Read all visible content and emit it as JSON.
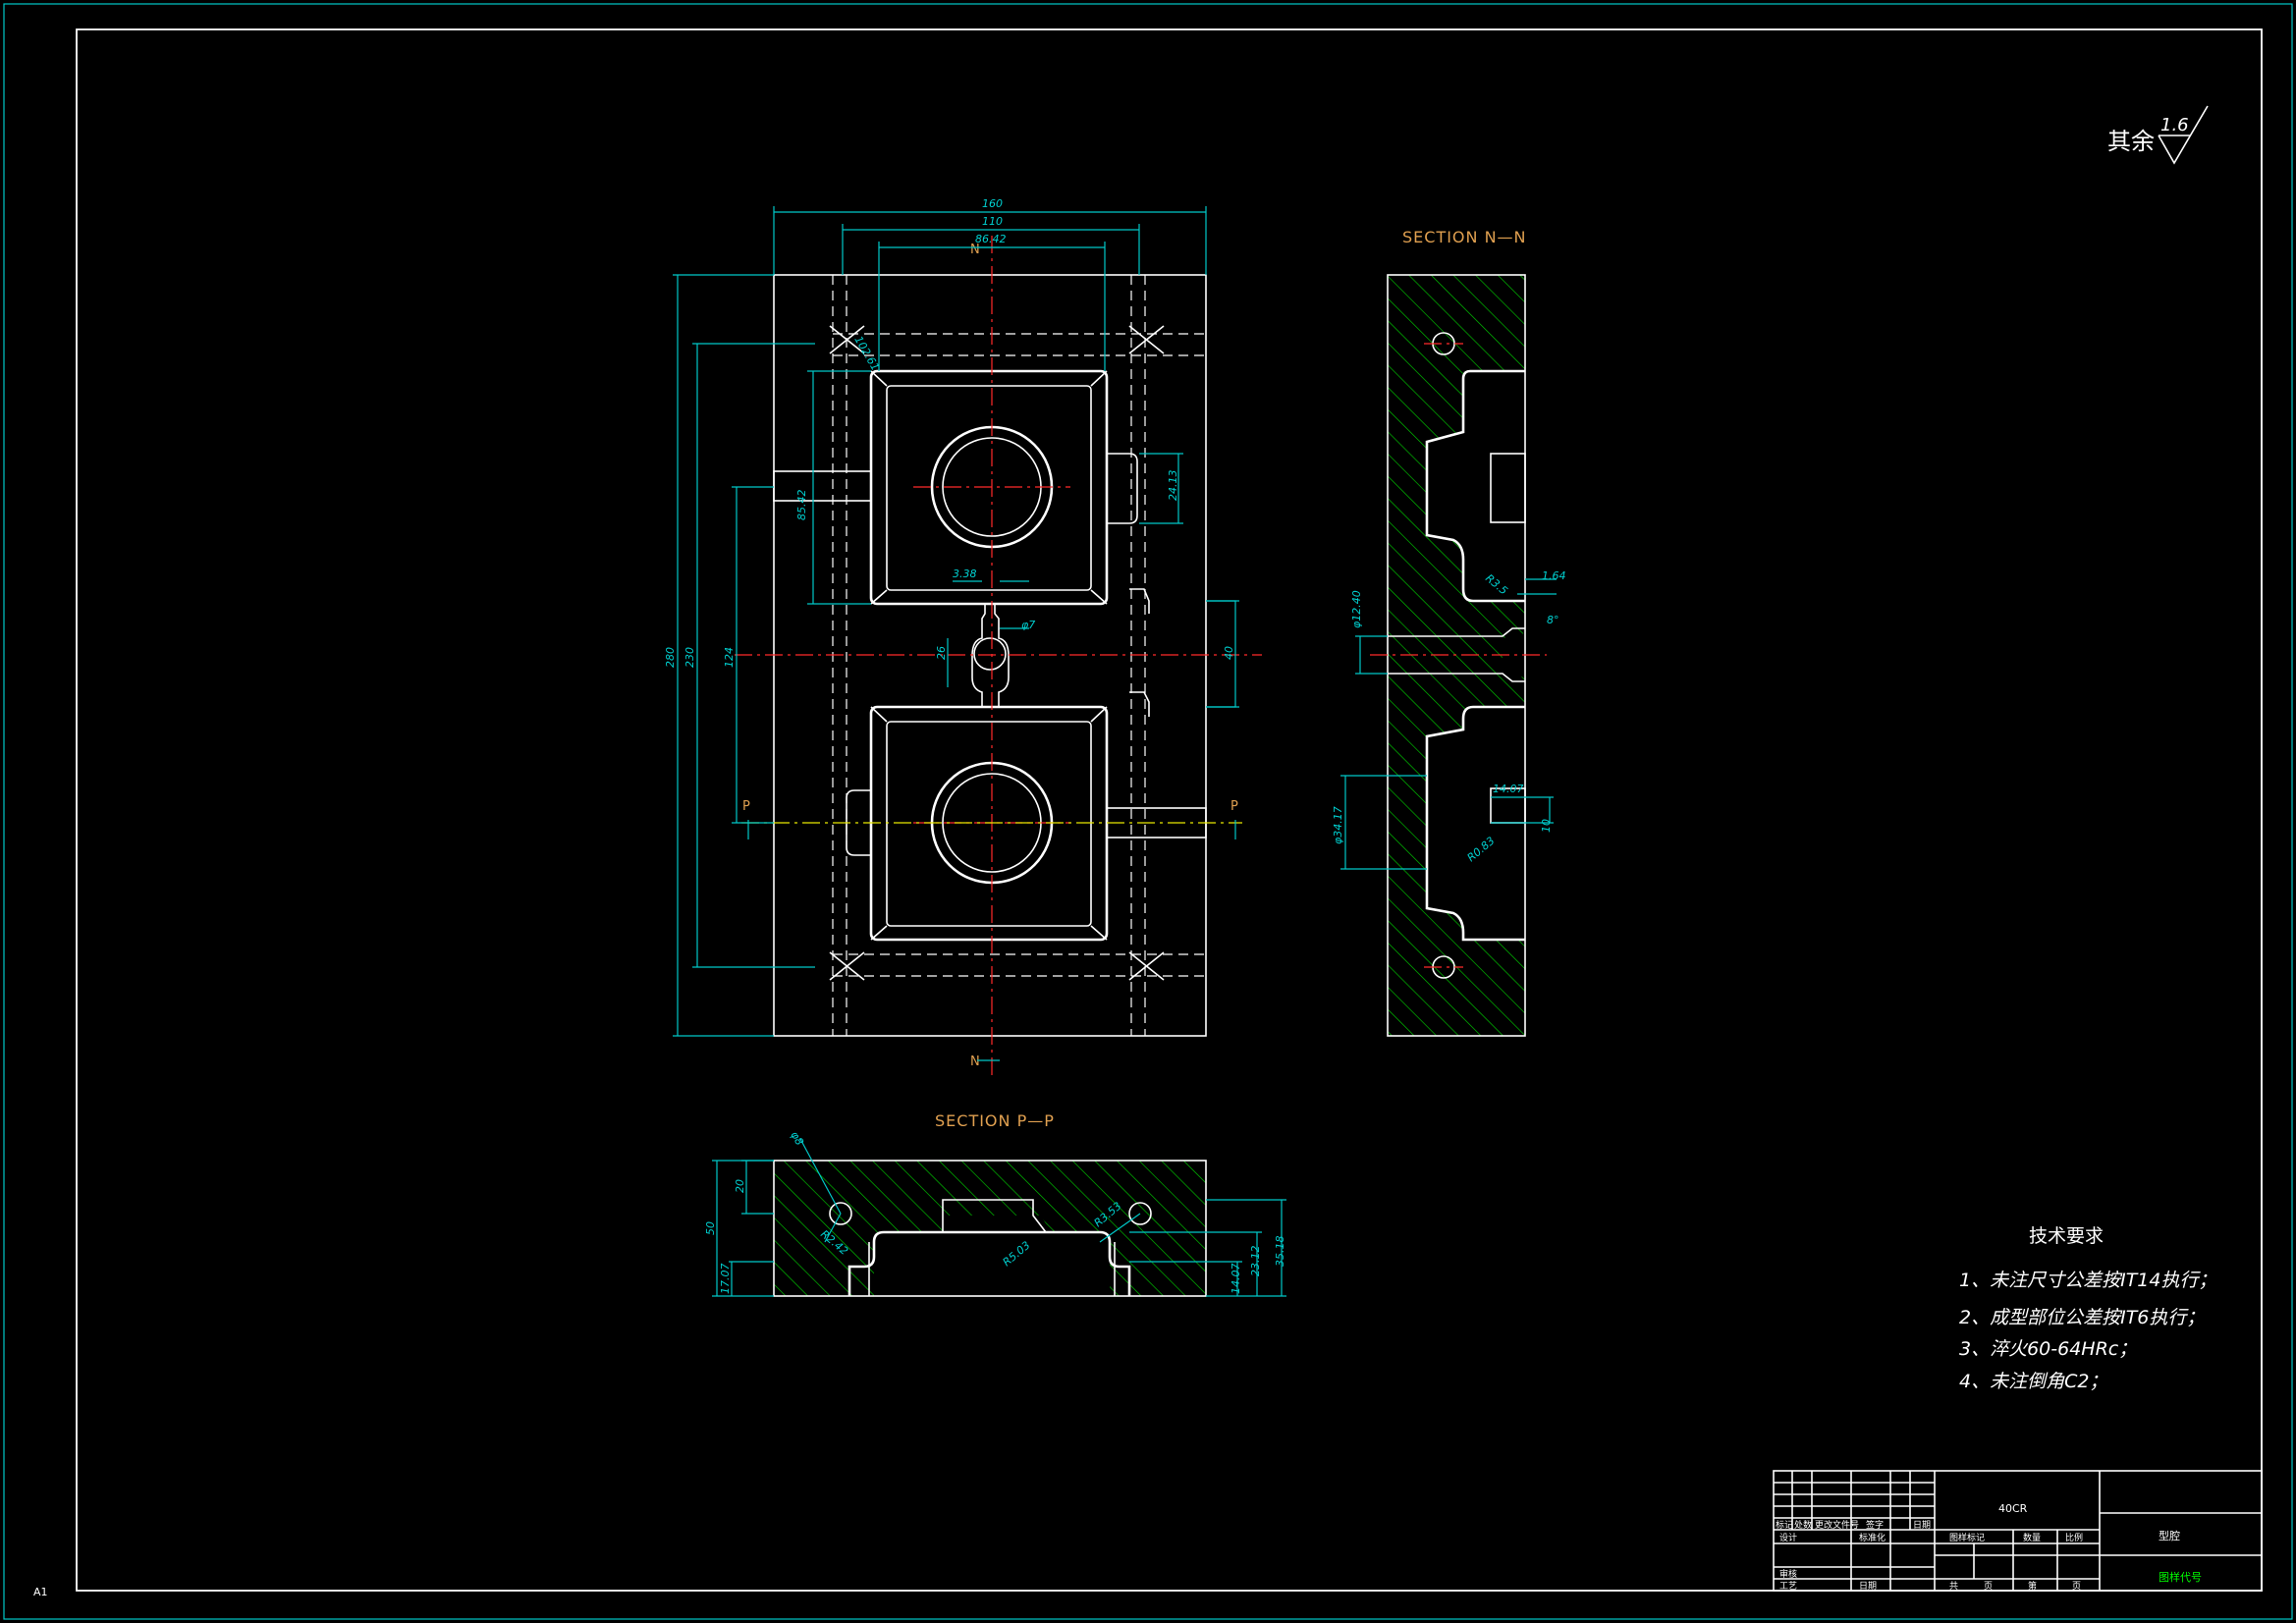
{
  "sheet": {
    "size_label": "A1"
  },
  "roughness": {
    "prefix": "其余",
    "value": "1.6"
  },
  "sections": {
    "nn": "SECTION N—N",
    "pp": "SECTION P—P"
  },
  "cut_labels": {
    "n": "N",
    "p": "P"
  },
  "dimensions": {
    "plan": [
      "160",
      "110",
      "86.42",
      "102.61",
      "85.42",
      "24.13",
      "3.38",
      "φ7",
      "26",
      "40",
      "280",
      "230",
      "124"
    ],
    "section_nn": [
      "1.64",
      "φ12.40",
      "R3.5",
      "8°",
      "14.07",
      "φ34.17",
      "R0.83",
      "10"
    ],
    "section_pp": [
      "φ8",
      "20",
      "50",
      "R2.42",
      "17.07",
      "R5.03",
      "R3.53",
      "14.07",
      "23.12",
      "35.18"
    ]
  },
  "tech_requirements": {
    "title": "技术要求",
    "items": [
      "1、未注尺寸公差按IT14执行；",
      "2、成型部位公差按IT6执行；",
      "3、淬火60-64HRc；",
      "4、未注倒角C2；"
    ]
  },
  "title_block": {
    "material": "40CR",
    "part_name": "型腔",
    "drawing_no": "图样代号",
    "headers": [
      "标记",
      "处数",
      "更改文件号",
      "签字",
      "日期"
    ],
    "labels": [
      "设计",
      "标准化",
      "审核",
      "工艺",
      "日期"
    ],
    "right_headers": [
      "图样标记",
      "数量",
      "比例"
    ],
    "sheet_labels": [
      "共",
      "页",
      "第",
      "页"
    ]
  },
  "colors": {
    "frame": "#00c8c8",
    "geometry": "#ffffff",
    "centerline": "#ff2a2a",
    "hatch": "#00c800",
    "label": "#e0a050"
  }
}
